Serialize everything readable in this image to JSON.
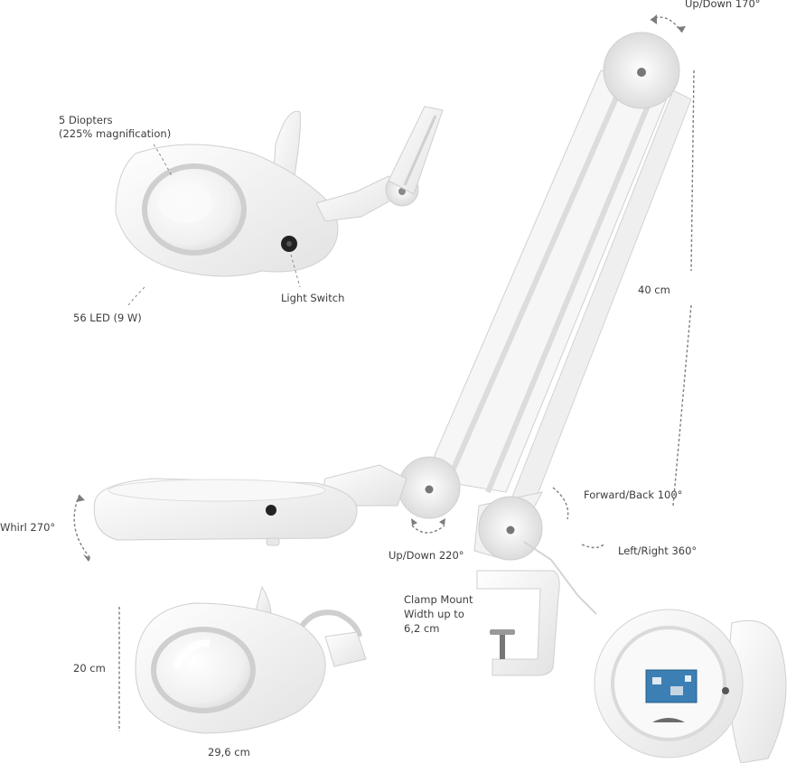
{
  "labels": {
    "diopters_line1": "5 Diopters",
    "diopters_line2": "(225% magnification)",
    "light_switch": "Light Switch",
    "led": "56 LED (9 W)",
    "up_down_top": "Up/Down 170°",
    "arm_length": "40 cm",
    "forward_back": "Forward/Back 100°",
    "left_right": "Left/Right 360°",
    "whirl": "Whirl 270°",
    "up_down_mid": "Up/Down 220°",
    "clamp_line1": "Clamp Mount",
    "clamp_line2": "Width up to",
    "clamp_line3": "6,2 cm",
    "height": "20 cm",
    "width": "29,6 cm"
  },
  "colors": {
    "lamp_white": "#f4f4f4",
    "lamp_shadow": "#d9d9d9",
    "outline": "#c8c8c8",
    "dash": "#8a8a8a",
    "pcb_blue": "#3b7fb5"
  }
}
